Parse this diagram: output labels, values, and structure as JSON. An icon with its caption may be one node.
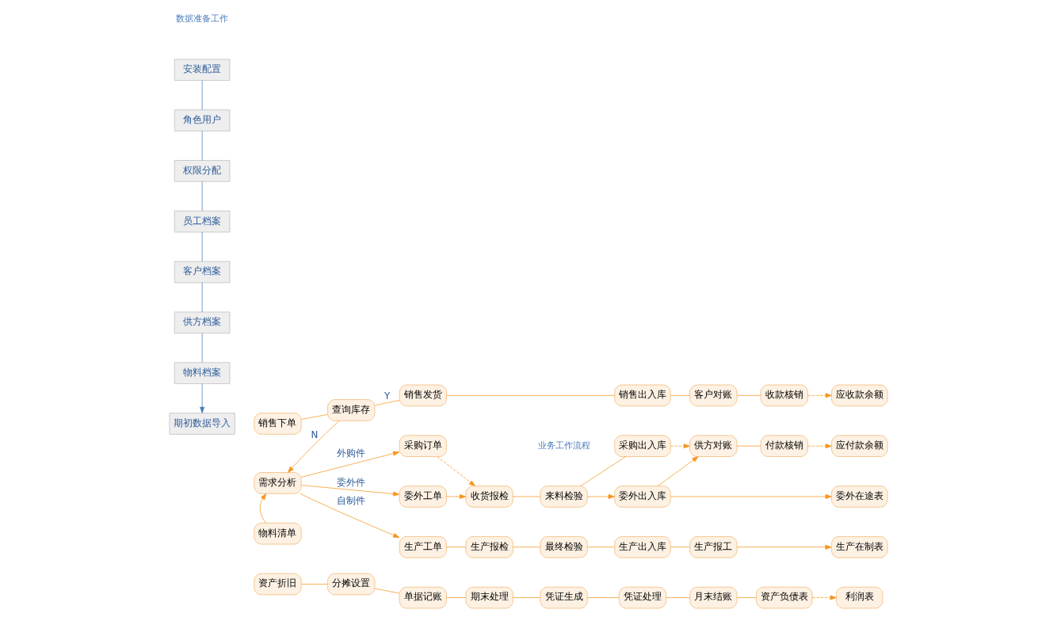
{
  "diagram": {
    "nodes": [
      {
        "text": [
          "安装配置"
        ]
      },
      {
        "text": [
          "角色用户"
        ]
      },
      {
        "text": [
          "权限分配"
        ]
      },
      {
        "text": [
          "员工档案"
        ]
      },
      {
        "text": [
          "客户档案"
        ]
      },
      {
        "text": [
          "供方档案"
        ]
      },
      {
        "text": [
          "物料档案"
        ]
      },
      {
        "text": [
          "期初数据导入"
        ]
      },
      {
        "text": [
          "销售下单"
        ]
      },
      {
        "text": [
          "查询库存"
        ]
      },
      {
        "text": [
          "销售发货"
        ]
      },
      {
        "text": [
          "销售出入库"
        ]
      },
      {
        "text": [
          "客户对账"
        ]
      },
      {
        "text": [
          "收款核销"
        ]
      },
      {
        "text": [
          "应收款余额"
        ]
      },
      {
        "text": [
          "采购订单"
        ]
      },
      {
        "text": [
          "收货报检"
        ]
      },
      {
        "text": [
          "来料检验"
        ]
      },
      {
        "text": [
          "采购出入库"
        ]
      },
      {
        "text": [
          "供方对账"
        ]
      },
      {
        "text": [
          "付款核销"
        ]
      },
      {
        "text": [
          "应付款余额"
        ]
      },
      {
        "text": [
          "需求分析"
        ]
      },
      {
        "text": [
          "委外工单"
        ]
      },
      {
        "text": [
          "委外出入库"
        ]
      },
      {
        "text": [
          "委外在途表"
        ]
      },
      {
        "text": [
          "物料清单"
        ]
      },
      {
        "text": [
          "生产工单"
        ]
      },
      {
        "text": [
          "生产报检"
        ]
      },
      {
        "text": [
          "最终检验"
        ]
      },
      {
        "text": [
          "生产出入库"
        ]
      },
      {
        "text": [
          "生产报工"
        ]
      },
      {
        "text": [
          "生产在制表"
        ]
      },
      {
        "text": [
          "资产折旧"
        ]
      },
      {
        "text": [
          "分摊设置"
        ]
      },
      {
        "text": [
          "单据记账"
        ]
      },
      {
        "text": [
          "期末处理"
        ]
      },
      {
        "text": [
          "凭证生成"
        ]
      },
      {
        "text": [
          "凭证处理"
        ]
      },
      {
        "text": [
          "月末结账"
        ]
      },
      {
        "text": [
          "资产负债表"
        ]
      },
      {
        "text": [
          "利润表"
        ]
      }
    ],
    "edges": [
      {
        "from": 0,
        "to": 1,
        "arrow": "none",
        "color": "#4a7ebb"
      },
      {
        "from": 1,
        "to": 2,
        "arrow": "none",
        "color": "#4a7ebb"
      },
      {
        "from": 2,
        "to": 3,
        "arrow": "none",
        "color": "#4a7ebb"
      },
      {
        "from": 3,
        "to": 4,
        "arrow": "none",
        "color": "#4a7ebb"
      },
      {
        "from": 4,
        "to": 5,
        "arrow": "none",
        "color": "#4a7ebb"
      },
      {
        "from": 5,
        "to": 6,
        "arrow": "none",
        "color": "#4a7ebb"
      },
      {
        "from": 6,
        "to": 7,
        "arrow": "to",
        "color": "#4a7ebb"
      },
      {
        "from": 8,
        "to": 9,
        "arrow": "none"
      },
      {
        "from": 9,
        "to": 10,
        "arrow": "none",
        "label": "Y"
      },
      {
        "from": 10,
        "to": 11,
        "arrow": "none"
      },
      {
        "from": 11,
        "to": 12,
        "arrow": "none"
      },
      {
        "from": 12,
        "to": 13,
        "arrow": "none"
      },
      {
        "from": 13,
        "to": 14,
        "arrow": "to",
        "style": "dashed"
      },
      {
        "from": 9,
        "to": 22,
        "arrow": "to",
        "label": "N"
      },
      {
        "from": 22,
        "to": 15,
        "arrow": "to",
        "label": "外购件"
      },
      {
        "from": 22,
        "to": 23,
        "arrow": "to",
        "label": "委外件"
      },
      {
        "from": 22,
        "to": 27,
        "arrow": "to",
        "label": "自制件"
      },
      {
        "from": 15,
        "to": 16,
        "arrow": "to",
        "style": "dashed"
      },
      {
        "from": 16,
        "to": 17,
        "arrow": "none"
      },
      {
        "from": 17,
        "to": 18,
        "arrow": "none"
      },
      {
        "from": 18,
        "to": 19,
        "arrow": "to",
        "style": "dashed"
      },
      {
        "from": 19,
        "to": 20,
        "arrow": "none"
      },
      {
        "from": 20,
        "to": 21,
        "arrow": "to",
        "style": "dashed"
      },
      {
        "from": 23,
        "to": 16,
        "arrow": "to"
      },
      {
        "from": 17,
        "to": 24,
        "arrow": "to"
      },
      {
        "from": 24,
        "to": 25,
        "arrow": "to"
      },
      {
        "from": 24,
        "to": 19,
        "arrow": "to"
      },
      {
        "from": 26,
        "to": 22,
        "arrow": "to"
      },
      {
        "from": 27,
        "to": 28,
        "arrow": "none"
      },
      {
        "from": 28,
        "to": 29,
        "arrow": "none"
      },
      {
        "from": 29,
        "to": 30,
        "arrow": "none"
      },
      {
        "from": 30,
        "to": 31,
        "arrow": "none"
      },
      {
        "from": 31,
        "to": 32,
        "arrow": "to"
      },
      {
        "from": 33,
        "to": 34,
        "arrow": "none"
      },
      {
        "from": 34,
        "to": 35,
        "arrow": "none"
      },
      {
        "from": 35,
        "to": 36,
        "arrow": "none"
      },
      {
        "from": 36,
        "to": 37,
        "arrow": "none"
      },
      {
        "from": 37,
        "to": 38,
        "arrow": "none"
      },
      {
        "from": 38,
        "to": 39,
        "arrow": "none"
      },
      {
        "from": 39,
        "to": 40,
        "arrow": "none"
      },
      {
        "from": 40,
        "to": 41,
        "arrow": "to",
        "style": "dashed"
      }
    ],
    "labels": [
      "数据准备工作",
      "业务工作流程"
    ]
  }
}
